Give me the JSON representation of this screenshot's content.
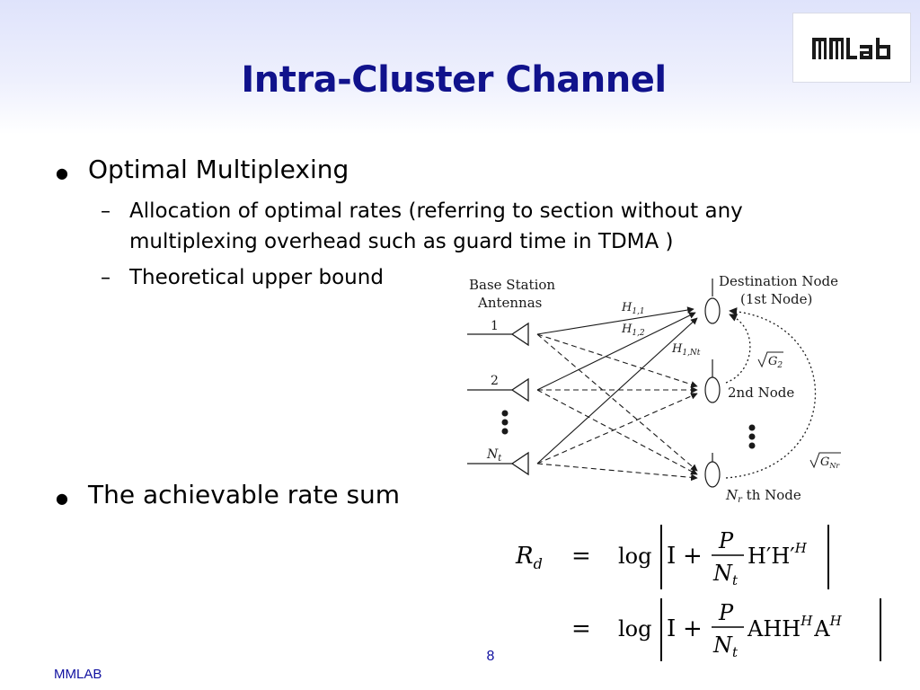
{
  "logo": {
    "text": "MMLAB"
  },
  "title": "Intra-Cluster Channel",
  "bullets": [
    {
      "text": "Optimal Multiplexing",
      "sub": [
        {
          "text": "Allocation of optimal rates (referring to section without any multiplexing overhead such as guard time in TDMA )"
        },
        {
          "text": "Theoretical upper bound"
        }
      ]
    },
    {
      "text": "The achievable rate sum"
    }
  ],
  "diagram": {
    "bs_label_1": "Base Station",
    "bs_label_2": "Antennas",
    "antenna_1": "1",
    "antenna_2": "2",
    "antenna_nt": "N",
    "antenna_nt_sub": "t",
    "dest_label_1": "Destination Node",
    "dest_label_2": "(1st Node)",
    "h11": "H",
    "h11_sub": "1,1",
    "h12": "H",
    "h12_sub": "1,2",
    "h1nt": "H",
    "h1nt_sub": "1,Nt",
    "g2": "G",
    "g2_sub": "2",
    "gnr": "G",
    "gnr_sub": "Nr",
    "node2": "2nd Node",
    "nodenr_n": "N",
    "nodenr_sub": "r",
    "nodenr_rest": " th Node"
  },
  "equation": {
    "lhs": "R",
    "lhs_sub": "d",
    "eq": "=",
    "log": "log",
    "identity": "I",
    "plus": "+",
    "P": "P",
    "N": "N",
    "N_sub": "t",
    "line1_matrix": "H′H′",
    "line1_sup": "H",
    "line2_matrix_a": "AHH",
    "line2_sup1": "H",
    "line2_matrix_b": "A",
    "line2_sup2": "H"
  },
  "page_number": "8",
  "footer": "MMLAB"
}
